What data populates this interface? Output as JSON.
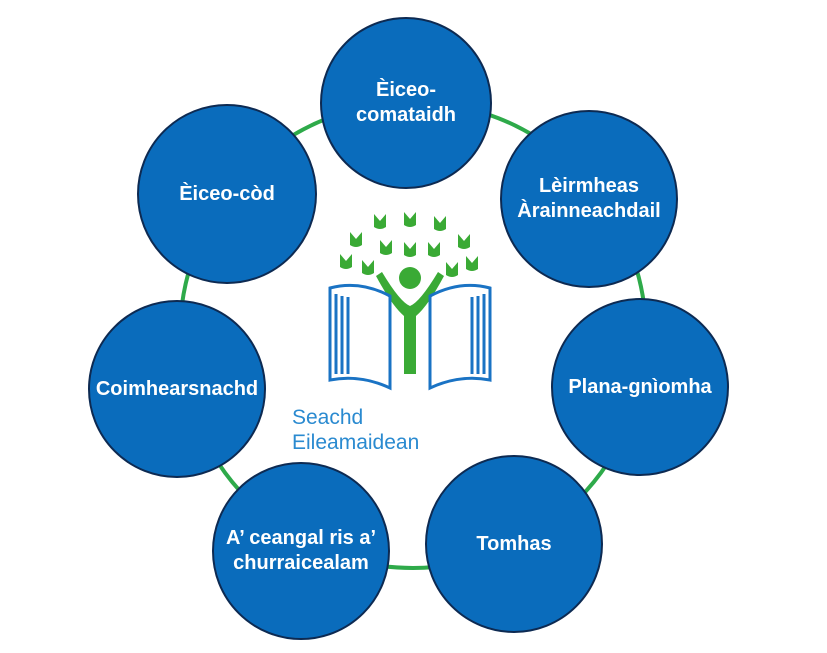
{
  "center": {
    "title": "Seachd\nEileamaidean"
  },
  "colors": {
    "node_fill": "#0a6cbc",
    "node_border": "#0d2a52",
    "ring": "#2eaa4a",
    "leaf_green": "#3aaa35",
    "book_blue": "#1a73c4",
    "title_blue": "#2a8ad0"
  },
  "nodes": [
    {
      "label": "Èiceo-\ncomataidh"
    },
    {
      "label": "Lèirmheas\nÀrainneachdail"
    },
    {
      "label": "Plana-gnìomha"
    },
    {
      "label": "Tomhas"
    },
    {
      "label": "A’ ceangal ris a’\nchurraicealam"
    },
    {
      "label": "Coimhearsnachd"
    },
    {
      "label": "Èiceo-còd"
    }
  ]
}
